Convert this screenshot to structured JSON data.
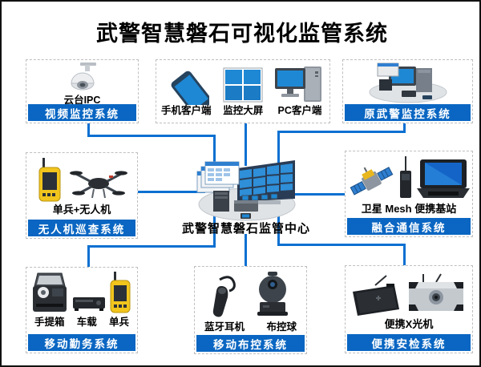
{
  "title": "武警智慧磐石可视化监管系统",
  "center": {
    "label": "武警智慧磐石监管中心",
    "icon": "command-center-illustration"
  },
  "nodes": {
    "video_surveillance": {
      "device": "云台IPC",
      "system": "视频监控系统",
      "icon": "ptz-camera-icon"
    },
    "clients": {
      "items": [
        {
          "label": "手机客户端",
          "icon": "smartphone-icon"
        },
        {
          "label": "监控大屏",
          "icon": "video-wall-icon"
        },
        {
          "label": "PC客户端",
          "icon": "pc-icon"
        }
      ]
    },
    "legacy": {
      "system": "原武警监控系统",
      "icon": "legacy-system-icon"
    },
    "drone_patrol": {
      "device": "单兵+无人机",
      "system": "无人机巡查系统",
      "icons": [
        "handheld-terminal-icon",
        "drone-icon"
      ]
    },
    "comm": {
      "device": "卫星  Mesh  便携基站",
      "system": "融合通信系统",
      "icons": [
        "satellite-icon",
        "mesh-radio-icon",
        "base-station-icon"
      ]
    },
    "mobile_duty": {
      "devices": [
        "手提箱",
        "车载",
        "单兵"
      ],
      "system": "移动勤务系统",
      "icons": [
        "suitcase-kit-icon",
        "vehicle-device-icon",
        "handheld-terminal-icon"
      ]
    },
    "mobile_deploy": {
      "devices": [
        "蓝牙耳机",
        "布控球"
      ],
      "system": "移动布控系统",
      "icons": [
        "bluetooth-headset-icon",
        "ball-camera-icon"
      ]
    },
    "security_check": {
      "device": "便携X光机",
      "system": "便携安检系统",
      "icons": [
        "xray-panel-icon",
        "xray-detector-icon"
      ]
    }
  },
  "colors": {
    "accent_blue": "#0b70d1",
    "bar_blue": "#0a66c2",
    "screen_blue": "#1e88d4",
    "title_color": "#000000"
  }
}
